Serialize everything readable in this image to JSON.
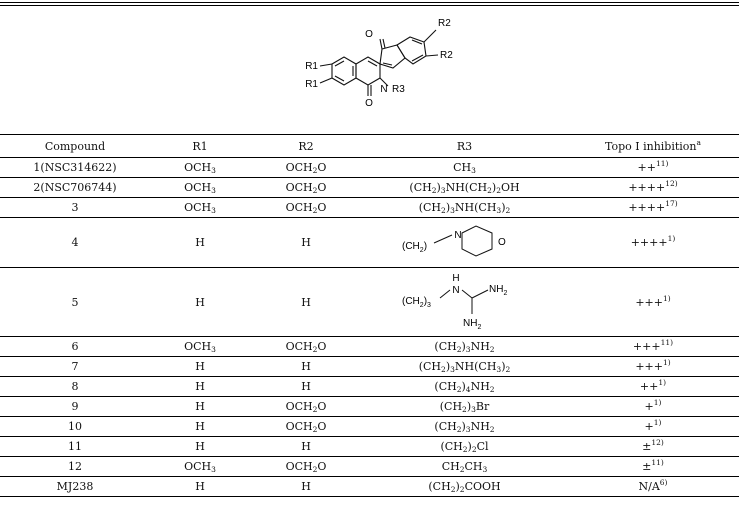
{
  "structure_labels": {
    "r1a": "R1",
    "r1b": "R1",
    "r2a": "R2",
    "r2b": "R2",
    "r3": "R3",
    "n": "N",
    "o_top": "O",
    "o_bottom": "O"
  },
  "headers": {
    "compound": "Compound",
    "r1": "R1",
    "r2": "R2",
    "r3": "R3",
    "topo": "Topo I inhibition",
    "topo_sup": "a"
  },
  "substituent_labels": {
    "s4_chain": "(CH",
    "s4_sub": "2",
    "s4_close": ")",
    "s4_n": "N",
    "s4_o": "O",
    "s5_chain": "(CH",
    "s5_sub": "2",
    "s5_close": ")",
    "s5_sub3": "3",
    "s5_h": "H",
    "s5_n": "N",
    "s5_nh": "NH",
    "s5_nh_sub": "2",
    "s5_nh2": "NH",
    "s5_nh2_sub": "2"
  },
  "rows": [
    {
      "compound": "1(NSC314622)",
      "r1": [
        "OCH",
        "3",
        ""
      ],
      "r2": [
        "OCH",
        "2",
        "O"
      ],
      "r3": [
        [
          "CH",
          ""
        ],
        [
          "3",
          "sub"
        ]
      ],
      "topo": "++",
      "ref": "11)"
    },
    {
      "compound": "2(NSC706744)",
      "r1": [
        "OCH",
        "3",
        ""
      ],
      "r2": [
        "OCH",
        "2",
        "O"
      ],
      "r3": [
        [
          "(CH",
          ""
        ],
        [
          "2",
          "sub"
        ],
        [
          ")",
          ""
        ],
        [
          "3",
          "sub"
        ],
        [
          "NH(CH",
          ""
        ],
        [
          "2",
          "sub"
        ],
        [
          ")",
          ""
        ],
        [
          "2",
          "sub"
        ],
        [
          "OH",
          ""
        ]
      ],
      "topo": "++++",
      "ref": "12)"
    },
    {
      "compound": "3",
      "r1": [
        "OCH",
        "3",
        ""
      ],
      "r2": [
        "OCH",
        "2",
        "O"
      ],
      "r3": [
        [
          "(CH",
          ""
        ],
        [
          "2",
          "sub"
        ],
        [
          ")",
          ""
        ],
        [
          "3",
          "sub"
        ],
        [
          "NH(CH",
          ""
        ],
        [
          "3",
          "sub"
        ],
        [
          ")",
          ""
        ],
        [
          "2",
          "sub"
        ]
      ],
      "topo": "++++",
      "ref": "17)"
    },
    {
      "compound": "4",
      "r1": [
        "H",
        "",
        ""
      ],
      "r2": [
        "H",
        "",
        ""
      ],
      "r3": null,
      "topo": "++++",
      "ref": "1)"
    },
    {
      "compound": "5",
      "r1": [
        "H",
        "",
        ""
      ],
      "r2": [
        "H",
        "",
        ""
      ],
      "r3": null,
      "topo": "+++",
      "ref": "1)"
    },
    {
      "compound": "6",
      "r1": [
        "OCH",
        "3",
        ""
      ],
      "r2": [
        "OCH",
        "2",
        "O"
      ],
      "r3": [
        [
          "(CH",
          ""
        ],
        [
          "2",
          "sub"
        ],
        [
          ")",
          ""
        ],
        [
          "3",
          "sub"
        ],
        [
          "NH",
          ""
        ],
        [
          "2",
          "sub"
        ]
      ],
      "topo": "+++",
      "ref": "11)"
    },
    {
      "compound": "7",
      "r1": [
        "H",
        "",
        ""
      ],
      "r2": [
        "H",
        "",
        ""
      ],
      "r3": [
        [
          "(CH",
          ""
        ],
        [
          "2",
          "sub"
        ],
        [
          ")",
          ""
        ],
        [
          "3",
          "sub"
        ],
        [
          "NH(CH",
          ""
        ],
        [
          "3",
          "sub"
        ],
        [
          ")",
          ""
        ],
        [
          "2",
          "sub"
        ]
      ],
      "topo": "+++",
      "ref": "1)"
    },
    {
      "compound": "8",
      "r1": [
        "H",
        "",
        ""
      ],
      "r2": [
        "H",
        "",
        ""
      ],
      "r3": [
        [
          "(CH",
          ""
        ],
        [
          "2",
          "sub"
        ],
        [
          ")",
          ""
        ],
        [
          "4",
          "sub"
        ],
        [
          "NH",
          ""
        ],
        [
          "2",
          "sub"
        ]
      ],
      "topo": "++",
      "ref": "1)"
    },
    {
      "compound": "9",
      "r1": [
        "H",
        "",
        ""
      ],
      "r2": [
        "OCH",
        "2",
        "O"
      ],
      "r3": [
        [
          "(CH",
          ""
        ],
        [
          "2",
          "sub"
        ],
        [
          ")",
          ""
        ],
        [
          "3",
          "sub"
        ],
        [
          "Br",
          ""
        ]
      ],
      "topo": "+",
      "ref": "1)"
    },
    {
      "compound": "10",
      "r1": [
        "H",
        "",
        ""
      ],
      "r2": [
        "OCH",
        "2",
        "O"
      ],
      "r3": [
        [
          "(CH",
          ""
        ],
        [
          "2",
          "sub"
        ],
        [
          ")",
          ""
        ],
        [
          "3",
          "sub"
        ],
        [
          "NH",
          ""
        ],
        [
          "2",
          "sub"
        ]
      ],
      "topo": "+",
      "ref": "1)"
    },
    {
      "compound": "11",
      "r1": [
        "H",
        "",
        ""
      ],
      "r2": [
        "H",
        "",
        ""
      ],
      "r3": [
        [
          "(CH",
          ""
        ],
        [
          "2",
          "sub"
        ],
        [
          ")",
          ""
        ],
        [
          "2",
          "sub"
        ],
        [
          "Cl",
          ""
        ]
      ],
      "topo": "±",
      "ref": "12)"
    },
    {
      "compound": "12",
      "r1": [
        "OCH",
        "3",
        ""
      ],
      "r2": [
        "OCH",
        "2",
        "O"
      ],
      "r3": [
        [
          "CH",
          ""
        ],
        [
          "2",
          "sub"
        ],
        [
          "CH",
          ""
        ],
        [
          "3",
          "sub"
        ]
      ],
      "topo": "±",
      "ref": "11)"
    },
    {
      "compound": "MJ238",
      "r1": [
        "H",
        "",
        ""
      ],
      "r2": [
        "H",
        "",
        ""
      ],
      "r3": [
        [
          "(CH",
          ""
        ],
        [
          "2",
          "sub"
        ],
        [
          ")",
          ""
        ],
        [
          "2",
          "sub"
        ],
        [
          "COOH",
          ""
        ]
      ],
      "topo": "N/A",
      "ref": "6)"
    }
  ]
}
